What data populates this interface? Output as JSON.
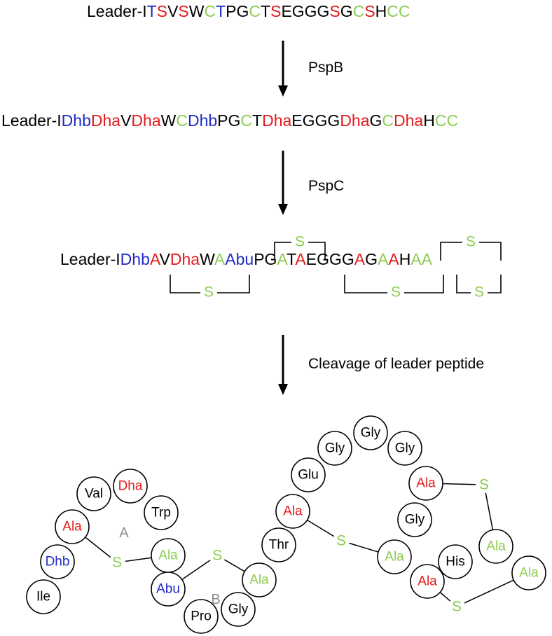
{
  "colors": {
    "black": "#000000",
    "red": "#e5191c",
    "blue": "#1f2bc4",
    "green": "#8ccc50",
    "gray": "#8c8c8c"
  },
  "sequence_1": [
    {
      "t": "Leader-I",
      "c": "black"
    },
    {
      "t": "T",
      "c": "blue"
    },
    {
      "t": "S",
      "c": "red"
    },
    {
      "t": "V",
      "c": "black"
    },
    {
      "t": "S",
      "c": "red"
    },
    {
      "t": "W",
      "c": "black"
    },
    {
      "t": "C",
      "c": "green"
    },
    {
      "t": "T",
      "c": "blue"
    },
    {
      "t": "PG",
      "c": "black"
    },
    {
      "t": "C",
      "c": "green"
    },
    {
      "t": "T",
      "c": "black"
    },
    {
      "t": "S",
      "c": "red"
    },
    {
      "t": "EGGG",
      "c": "black"
    },
    {
      "t": "S",
      "c": "red"
    },
    {
      "t": "G",
      "c": "black"
    },
    {
      "t": "C",
      "c": "green"
    },
    {
      "t": "S",
      "c": "red"
    },
    {
      "t": "H",
      "c": "black"
    },
    {
      "t": "CC",
      "c": "green"
    }
  ],
  "enzyme_1": "PspB",
  "sequence_2": [
    {
      "t": "Leader-I",
      "c": "black"
    },
    {
      "t": "Dhb",
      "c": "blue"
    },
    {
      "t": "Dha",
      "c": "red"
    },
    {
      "t": "V",
      "c": "black"
    },
    {
      "t": "Dha",
      "c": "red"
    },
    {
      "t": "W",
      "c": "black"
    },
    {
      "t": "C",
      "c": "green"
    },
    {
      "t": "Dhb",
      "c": "blue"
    },
    {
      "t": "PG",
      "c": "black"
    },
    {
      "t": "C",
      "c": "green"
    },
    {
      "t": "T",
      "c": "black"
    },
    {
      "t": "Dha",
      "c": "red"
    },
    {
      "t": "EGGG",
      "c": "black"
    },
    {
      "t": "Dha",
      "c": "red"
    },
    {
      "t": "G",
      "c": "black"
    },
    {
      "t": "C",
      "c": "green"
    },
    {
      "t": "Dha",
      "c": "red"
    },
    {
      "t": "H",
      "c": "black"
    },
    {
      "t": "CC",
      "c": "green"
    }
  ],
  "enzyme_2": "PspC",
  "sequence_3": [
    {
      "t": "Leader-I",
      "c": "black"
    },
    {
      "t": "Dhb",
      "c": "blue"
    },
    {
      "t": "A",
      "c": "red"
    },
    {
      "t": "V",
      "c": "black"
    },
    {
      "t": "Dha",
      "c": "red"
    },
    {
      "t": "W",
      "c": "black"
    },
    {
      "t": "A",
      "c": "green"
    },
    {
      "t": "Abu",
      "c": "blue"
    },
    {
      "t": "PG",
      "c": "black"
    },
    {
      "t": "A",
      "c": "green"
    },
    {
      "t": "T",
      "c": "black"
    },
    {
      "t": "A",
      "c": "red"
    },
    {
      "t": "EGGG",
      "c": "black"
    },
    {
      "t": "A",
      "c": "red"
    },
    {
      "t": "G",
      "c": "black"
    },
    {
      "t": "A",
      "c": "green"
    },
    {
      "t": "A",
      "c": "red"
    },
    {
      "t": "H",
      "c": "black"
    },
    {
      "t": "AA",
      "c": "green"
    }
  ],
  "thioether_label": "S",
  "enzyme_3": "Cleavage of leader peptide",
  "residues": [
    {
      "label": "Ile",
      "c": "black"
    },
    {
      "label": "Dhb",
      "c": "blue"
    },
    {
      "label": "Ala",
      "c": "red"
    },
    {
      "label": "Val",
      "c": "black"
    },
    {
      "label": "Dha",
      "c": "red"
    },
    {
      "label": "Trp",
      "c": "black"
    },
    {
      "label": "Ala",
      "c": "green"
    },
    {
      "label": "Abu",
      "c": "blue"
    },
    {
      "label": "Pro",
      "c": "black"
    },
    {
      "label": "Gly",
      "c": "black"
    },
    {
      "label": "Ala",
      "c": "green"
    },
    {
      "label": "Thr",
      "c": "black"
    },
    {
      "label": "Ala",
      "c": "red"
    },
    {
      "label": "Glu",
      "c": "black"
    },
    {
      "label": "Gly",
      "c": "black"
    },
    {
      "label": "Gly",
      "c": "black"
    },
    {
      "label": "Gly",
      "c": "black"
    },
    {
      "label": "Ala",
      "c": "red"
    },
    {
      "label": "Gly",
      "c": "black"
    },
    {
      "label": "Ala",
      "c": "green"
    },
    {
      "label": "Ala",
      "c": "red"
    },
    {
      "label": "His",
      "c": "black"
    },
    {
      "label": "Ala",
      "c": "green"
    },
    {
      "label": "Ala",
      "c": "green"
    }
  ],
  "ring_labels": [
    "A",
    "B"
  ]
}
